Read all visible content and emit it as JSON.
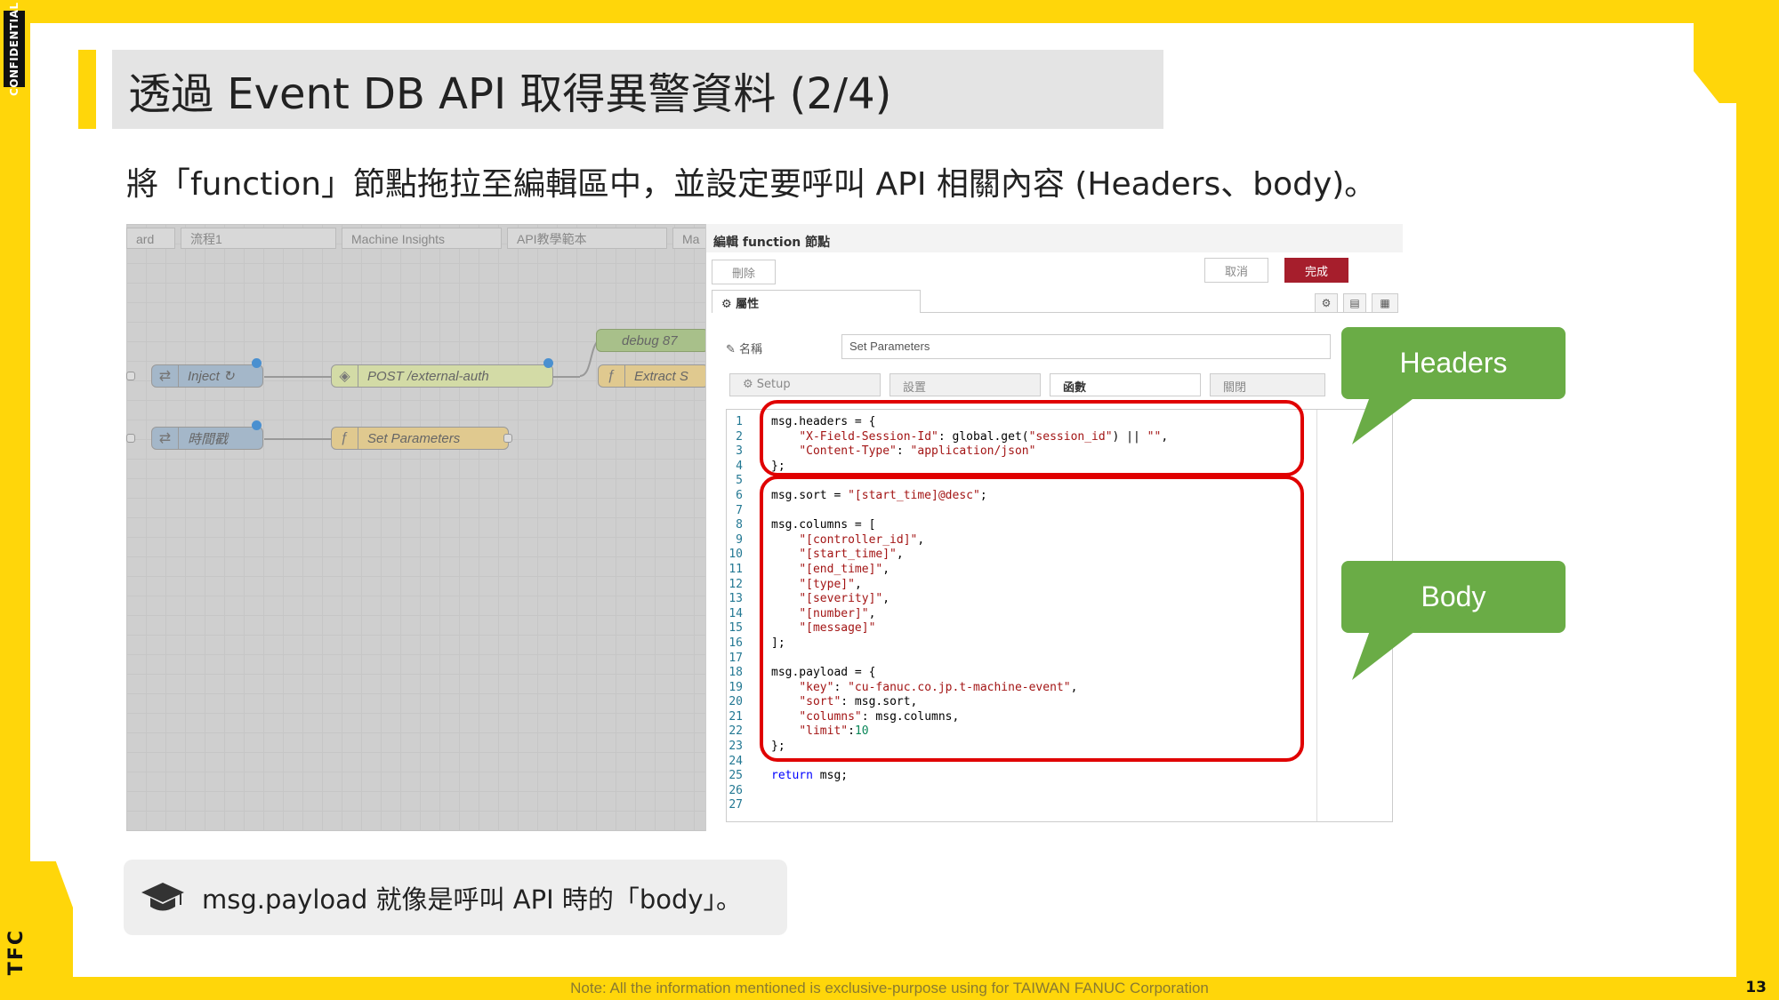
{
  "badge": {
    "confidential": "CONFIDENTIAL",
    "brand": "TFC"
  },
  "title": "透過 Event DB API 取得異警資料 (2/4)",
  "subtitle": "將「function」節點拖拉至編輯區中，並設定要呼叫 API 相關內容 (Headers、body)。",
  "flow": {
    "tabs": [
      "ard",
      "流程1",
      "Machine Insights",
      "API教學範本",
      "Ma"
    ],
    "nodes": {
      "debug": "debug 87",
      "inject": "Inject ↻",
      "post": "POST /external-auth",
      "extract": "Extract S",
      "timestamp": "時間戳",
      "setparams": "Set Parameters"
    }
  },
  "editor": {
    "header": "編輯 function 節點",
    "delete_label": "刪除",
    "cancel_label": "取消",
    "done_label": "完成",
    "props_tab": "⚙ 屬性",
    "name_label": "✎ 名稱",
    "name_value": "Set Parameters",
    "function_tabs": [
      "⚙ Setup",
      "設置",
      "函數",
      "關閉"
    ]
  },
  "code_lines": [
    {
      "n": "1",
      "t": "msg.headers = {"
    },
    {
      "n": "2",
      "t": "    \"X-Field-Session-Id\": global.get(\"session_id\") || \"\","
    },
    {
      "n": "3",
      "t": "    \"Content-Type\": \"application/json\""
    },
    {
      "n": "4",
      "t": "};"
    },
    {
      "n": "5",
      "t": ""
    },
    {
      "n": "6",
      "t": "msg.sort = \"[start_time]@desc\";"
    },
    {
      "n": "7",
      "t": ""
    },
    {
      "n": "8",
      "t": "msg.columns = ["
    },
    {
      "n": "9",
      "t": "    \"[controller_id]\","
    },
    {
      "n": "10",
      "t": "    \"[start_time]\","
    },
    {
      "n": "11",
      "t": "    \"[end_time]\","
    },
    {
      "n": "12",
      "t": "    \"[type]\","
    },
    {
      "n": "13",
      "t": "    \"[severity]\","
    },
    {
      "n": "14",
      "t": "    \"[number]\","
    },
    {
      "n": "15",
      "t": "    \"[message]\""
    },
    {
      "n": "16",
      "t": "];"
    },
    {
      "n": "17",
      "t": ""
    },
    {
      "n": "18",
      "t": "msg.payload = {"
    },
    {
      "n": "19",
      "t": "    \"key\": \"cu-fanuc.co.jp.t-machine-event\","
    },
    {
      "n": "20",
      "t": "    \"sort\": msg.sort,"
    },
    {
      "n": "21",
      "t": "    \"columns\": msg.columns,"
    },
    {
      "n": "22",
      "t": "    \"limit\":10"
    },
    {
      "n": "23",
      "t": "};"
    },
    {
      "n": "24",
      "t": ""
    },
    {
      "n": "25",
      "t": "return msg;"
    },
    {
      "n": "26",
      "t": ""
    },
    {
      "n": "27",
      "t": ""
    }
  ],
  "callouts": {
    "headers": "Headers",
    "body": "Body"
  },
  "note": "msg.payload 就像是呼叫 API 時的「body」。",
  "footer": "Note: All the information mentioned is exclusive-purpose using for TAIWAN FANUC Corporation",
  "page_number": "13",
  "colors": {
    "accent": "#ffd60a",
    "callout": "#6aac46",
    "highlight": "#e00000",
    "done": "#a61e2c"
  }
}
